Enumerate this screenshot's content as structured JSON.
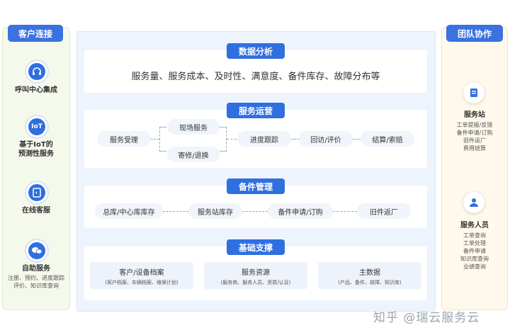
{
  "left": {
    "title": "客户连接",
    "items": [
      {
        "label": "呼叫中心集成",
        "icon": "headset-icon"
      },
      {
        "label": "基于IoT的\n预测性服务",
        "icon": "iot-icon",
        "badge": "IoT"
      },
      {
        "label": "在线客服",
        "icon": "online-service-icon"
      },
      {
        "label": "自助服务",
        "sub": "注册、预约、进度跟踪\n评价、知识库查询",
        "icon": "chat-icon"
      }
    ]
  },
  "right": {
    "title": "团队协作",
    "items": [
      {
        "label": "服务站",
        "sub": "工单提报/反馈\n备件申请/订购\n旧件返厂\n费用结算",
        "icon": "document-icon"
      },
      {
        "label": "服务人员",
        "sub": "工单查询\n工单处理\n备件申请\n知识库查询\n业绩查询",
        "icon": "person-icon"
      }
    ]
  },
  "sections": {
    "data_analysis": {
      "title": "数据分析",
      "text": "服务量、服务成本、及时性、满意度、备件库存、故障分布等"
    },
    "service_ops": {
      "title": "服务运营",
      "nodes": [
        "服务受理",
        "现场服务",
        "寄修/退换",
        "进度跟踪",
        "回访/评价",
        "结算/索赔"
      ]
    },
    "parts": {
      "title": "备件管理",
      "nodes": [
        "总库/中心库库存",
        "服务站库存",
        "备件申请/订购",
        "旧件返厂"
      ]
    },
    "foundation": {
      "title": "基础支撑",
      "cards": [
        {
          "title": "客户/设备档案",
          "sub": "(客户档案、车辆档案、维保计划)"
        },
        {
          "title": "服务资源",
          "sub": "(服务商、服务人员、资质/认证)"
        },
        {
          "title": "主数据",
          "sub": "(产品、备件、故障、知识库)"
        }
      ]
    }
  },
  "watermark": "知乎 @瑞云服务云",
  "colors": {
    "accent": "#2f6fe0",
    "left_bg": "#f5f9ec",
    "right_bg": "#fff9ec",
    "panel_bg": "#eef4fd"
  }
}
